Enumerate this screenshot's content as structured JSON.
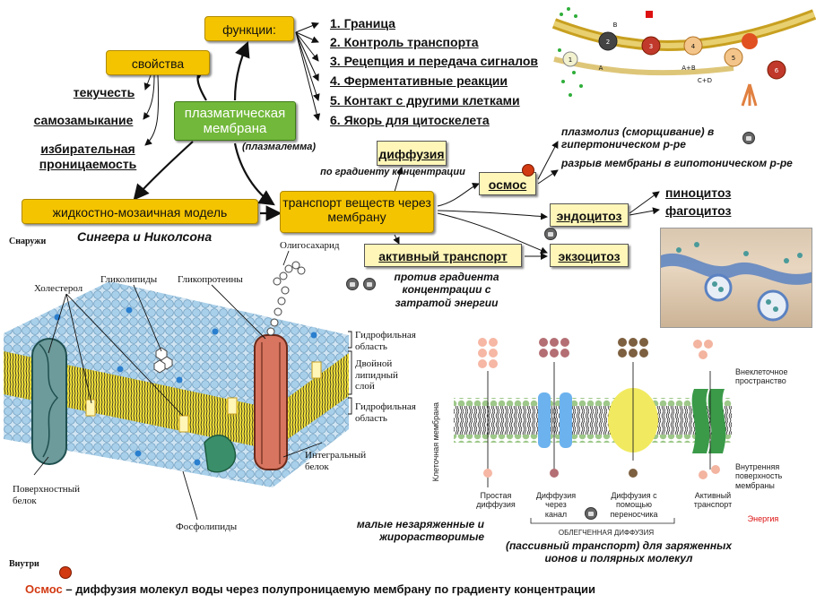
{
  "main": {
    "center": "плазматическая мембрана",
    "center_sub": "(плазмалемма)",
    "functions_box": "функции:",
    "properties_box": "свойства",
    "model_box": "жидкостно-мозаичная модель",
    "model_sub": "Сингера и Николсона",
    "transport_box": "транспорт веществ через мембрану"
  },
  "functions": [
    "1. Граница",
    "2. Контроль транспорта",
    "3. Рецепция и передача сигналов",
    "4. Ферментативные реакции",
    "5. Контакт с другими клетками",
    "6. Якорь для цитоскелета"
  ],
  "properties": [
    "текучесть",
    "самозамыкание",
    "избирательная проницаемость"
  ],
  "transport": {
    "diffusion": "диффузия",
    "diffusion_sub": "по градиенту концентрации",
    "osmosis": "осмос",
    "osmosis_notes": [
      "плазмолиз (сморщивание) в гипертоническом р-ре",
      "разрыв мембраны в гипотоническом р-ре"
    ],
    "endocytosis": "эндоцитоз",
    "endo_types": [
      "пиноцитоз",
      "фагоцитоз"
    ],
    "exocytosis": "экзоцитоз",
    "active": "активный транспорт",
    "active_sub": "против градиента концентрации с затратой энергии"
  },
  "membrane_figure": {
    "outside": "Снаружи",
    "inside": "Внутри",
    "labels": {
      "oligosaccharide": "Олигосахарид",
      "cholesterol": "Холестерол",
      "glycolipids": "Гликолипиды",
      "glycoproteins": "Гликопротеины",
      "hydrophilic_top": "Гидрофильная область",
      "bilayer": "Двойной липидный слой",
      "hydrophilic_bottom": "Гидрофильная область",
      "integral": "Интегральный белок",
      "surface": "Поверхностный белок",
      "phospholipids": "Фосфолипиды"
    }
  },
  "transport_figure": {
    "extracellular": "Внеклеточное пространство",
    "membrane": "Клеточная мембрана",
    "inner_surface": "Внутренняя поверхность мембраны",
    "simple": "Простая диффузия",
    "channel": "Диффузия через канал",
    "carrier": "Диффузия с помощью переносчика",
    "active": "Активный транспорт",
    "energy": "Энергия",
    "facilitated": "ОБЛЕГЧЕННАЯ ДИФФУЗИЯ",
    "note_left": "малые незаряженные и жирорастворимые",
    "note_right": "(пассивный транспорт) для заряженных ионов и полярных молекул"
  },
  "receptor_figure": {
    "labels": [
      "1",
      "2",
      "3",
      "4",
      "5",
      "6",
      "A",
      "B",
      "A+B",
      "C+D"
    ]
  },
  "footer": {
    "term": "Осмос",
    "definition": " – диффузия молекул воды через полупроницаемую мембрану по градиенту концентрации"
  },
  "colors": {
    "box_yellow": "#f5c400",
    "box_green": "#72b83a",
    "lipid_head": "#a9d0ea",
    "core_yellow": "#f3e13a",
    "osmosis_red": "#d23a12"
  }
}
